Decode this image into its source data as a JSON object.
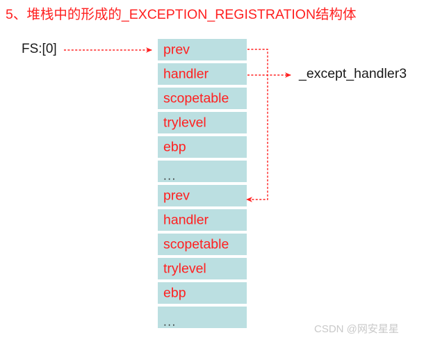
{
  "title": "5、堆栈中的形成的_EXCEPTION_REGISTRATION结构体",
  "labels": {
    "fs_zero": "FS:[0]",
    "except_handler3": "_except_handler3"
  },
  "colors": {
    "title_red": "#ff2020",
    "cell_text_red": "#ff2020",
    "cell_background": "#bbdfe1",
    "connector_red": "#ff2020",
    "label_black": "#1a1a1a",
    "watermark_gray": "#c9c9c9",
    "page_background": "#ffffff"
  },
  "struct_table": {
    "rows": [
      {
        "text": "prev",
        "kind": "field"
      },
      {
        "text": "handler",
        "kind": "field"
      },
      {
        "text": "scopetable",
        "kind": "field"
      },
      {
        "text": "trylevel",
        "kind": "field"
      },
      {
        "text": "ebp",
        "kind": "field"
      },
      {
        "text": "...",
        "kind": "ellipsis"
      },
      {
        "text": "prev",
        "kind": "field"
      },
      {
        "text": "handler",
        "kind": "field"
      },
      {
        "text": "scopetable",
        "kind": "field"
      },
      {
        "text": "trylevel",
        "kind": "field"
      },
      {
        "text": "ebp",
        "kind": "field"
      },
      {
        "text": "...",
        "kind": "ellipsis"
      }
    ]
  },
  "connectors": [
    {
      "name": "fs-to-prev",
      "from": "FS:[0]",
      "to": "prev (row 1)",
      "style": "dotted-arrow-right"
    },
    {
      "name": "prev-to-prev",
      "from": "prev (row 1)",
      "to": "prev (row 7)",
      "style": "dotted-elbow-arrow-left"
    },
    {
      "name": "handler-to-except-handler3",
      "from": "handler (row 2)",
      "to": "_except_handler3",
      "style": "dotted-arrow-right"
    }
  ],
  "watermark": "CSDN @网安星星"
}
